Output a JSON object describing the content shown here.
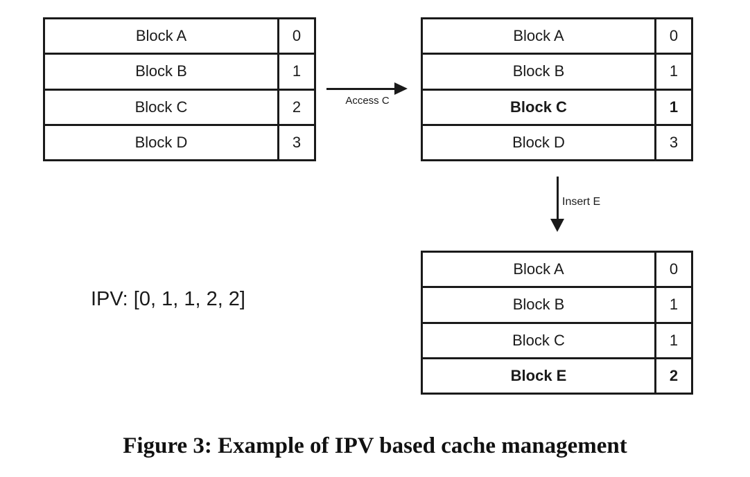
{
  "figure": {
    "ipv_text": "IPV: [0, 1, 1, 2, 2]",
    "caption": "Figure 3: Example of IPV based cache management"
  },
  "arrows": {
    "access": {
      "label": "Access C",
      "direction": "right"
    },
    "insert": {
      "label": "Insert E",
      "direction": "down"
    }
  },
  "tables": {
    "initial": {
      "rows": [
        {
          "name": "Block A",
          "value": "0",
          "bold": false
        },
        {
          "name": "Block B",
          "value": "1",
          "bold": false
        },
        {
          "name": "Block C",
          "value": "2",
          "bold": false
        },
        {
          "name": "Block D",
          "value": "3",
          "bold": false
        }
      ]
    },
    "after_access_c": {
      "rows": [
        {
          "name": "Block A",
          "value": "0",
          "bold": false
        },
        {
          "name": "Block B",
          "value": "1",
          "bold": false
        },
        {
          "name": "Block C",
          "value": "1",
          "bold": true
        },
        {
          "name": "Block D",
          "value": "3",
          "bold": false
        }
      ]
    },
    "after_insert_e": {
      "rows": [
        {
          "name": "Block A",
          "value": "0",
          "bold": false
        },
        {
          "name": "Block B",
          "value": "1",
          "bold": false
        },
        {
          "name": "Block C",
          "value": "1",
          "bold": false
        },
        {
          "name": "Block E",
          "value": "2",
          "bold": true
        }
      ]
    }
  },
  "colors": {
    "line": "#1a1a1a",
    "text": "#1a1a1a",
    "background": "#ffffff"
  }
}
